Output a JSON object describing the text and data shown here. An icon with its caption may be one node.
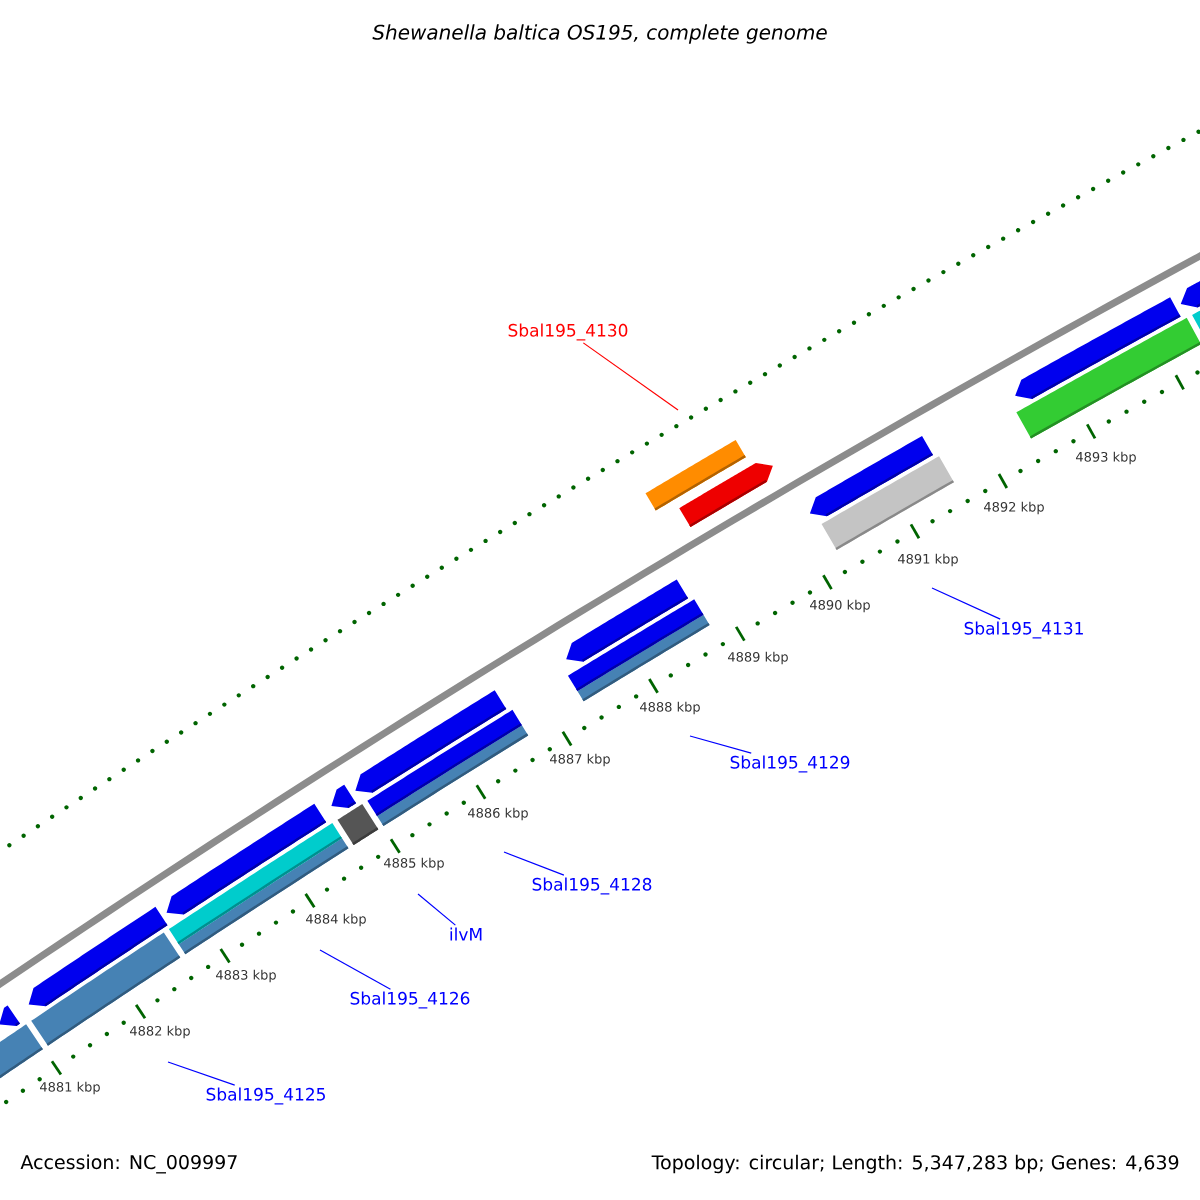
{
  "diagram": {
    "title": "Shewanella baltica OS195, complete genome",
    "nodes": [
      {
        "text": [
          "Sbal195_4130"
        ]
      },
      {
        "text": [
          "Sbal195_4131"
        ]
      },
      {
        "text": [
          "Sbal195_4129"
        ]
      },
      {
        "text": [
          "Sbal195_4128"
        ]
      },
      {
        "text": [
          "ilvM"
        ]
      },
      {
        "text": [
          "Sbal195_4126"
        ]
      },
      {
        "text": [
          "Sbal195_4125"
        ]
      }
    ],
    "edges": [
      {
        "from": 0,
        "to": null,
        "arrow": "none",
        "color": "#ff0000"
      },
      {
        "from": 1,
        "to": null,
        "arrow": "none"
      },
      {
        "from": 2,
        "to": null,
        "arrow": "none"
      },
      {
        "from": 3,
        "to": null,
        "arrow": "none"
      },
      {
        "from": 4,
        "to": null,
        "arrow": "none"
      },
      {
        "from": 5,
        "to": null,
        "arrow": "none"
      },
      {
        "from": 6,
        "to": null,
        "arrow": "none"
      }
    ],
    "labels": [
      "4893 kbp",
      "4892 kbp",
      "4891 kbp",
      "4890 kbp",
      "4889 kbp",
      "4888 kbp",
      "4887 kbp",
      "4886 kbp",
      "4885 kbp",
      "4884 kbp",
      "4883 kbp",
      "4882 kbp",
      "4881 kbp",
      "Accession: NC_009997",
      "Topology: circular; Length: 5,347,283 bp; Genes: 4,639"
    ]
  }
}
